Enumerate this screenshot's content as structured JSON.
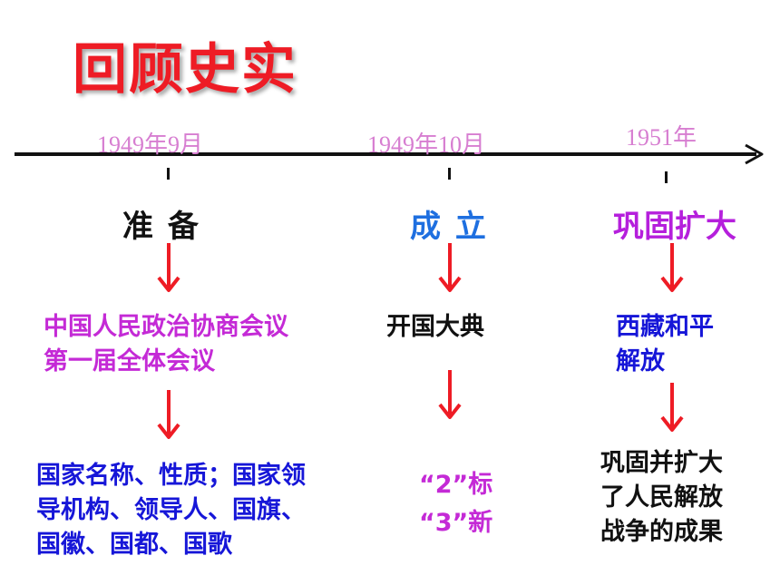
{
  "title": "回顾史实",
  "colors": {
    "title": "#ee1c25",
    "date": "#d77ed1",
    "arrow": "#ee1c25",
    "axis": "#111111",
    "stage1": "#111111",
    "stage2": "#1e6fe0",
    "stage3": "#b51fdc",
    "magenta": "#c42ad6",
    "blue": "#1616d8",
    "black": "#111111"
  },
  "timeline": [
    {
      "date": "1949年9月",
      "stage": "准 备",
      "event_lines": [
        "中国人民政治协商会议",
        "第一届全体会议"
      ],
      "result_lines": [
        "国家名称、性质；国家领",
        "导机构、领导人、国旗、",
        "国徽、国都、国歌"
      ]
    },
    {
      "date": "1949年10月",
      "stage": "成 立",
      "event_lines": [
        "开国大典"
      ],
      "result_lines": [
        "“2”标",
        "“3”新"
      ]
    },
    {
      "date": "1951年",
      "stage": "巩固扩大",
      "event_lines": [
        "西藏和平",
        "解放"
      ],
      "result_lines": [
        "巩固并扩大",
        "了人民解放",
        "战争的成果"
      ]
    }
  ]
}
